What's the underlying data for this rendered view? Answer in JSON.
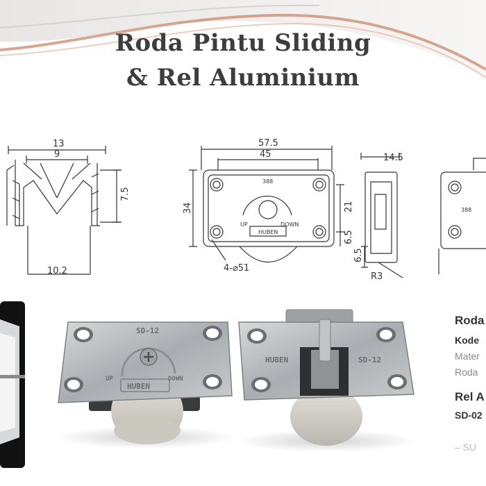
{
  "title": {
    "line1": "Roda Pintu Sliding",
    "line2": "& Rel Aluminium"
  },
  "rail_drawing": {
    "dim_top": "13",
    "dim_inner": "9",
    "dim_height": "7.5",
    "dim_bottom": "10.2"
  },
  "roller_front_drawing": {
    "dim_width_outer": "57.5",
    "dim_width_inner": "45",
    "dim_height": "34",
    "dim_right_upper": "21",
    "dim_right_lower": "6.5",
    "holes": "4-⌀51",
    "plate_number": "388",
    "label_up": "UP",
    "label_down": "DOWN",
    "brand": "HUBEN"
  },
  "roller_side_drawing": {
    "dim_width": "14.5",
    "dim_bottom": "6.5",
    "radius": "R3"
  },
  "roller_partial_drawing": {
    "plate_number": "388"
  },
  "photo": {
    "left_plate": {
      "model": "SD-12",
      "label_up": "UP",
      "label_down": "DOWN",
      "brand": "HUBEN"
    },
    "right_plate": {
      "brand": "HUBEN",
      "model": "SD-12"
    }
  },
  "specs": {
    "roda_title": "Roda",
    "kode_label": "Kode",
    "material": "Mater",
    "roda_desc": "Roda",
    "rel_title": "Rel A",
    "rel_code": "SD-02",
    "footer": "– SU"
  },
  "colors": {
    "accent_wave": "#c98a6e",
    "title_text": "#3d3d3d",
    "drawing_stroke": "#333333",
    "metal": "#b9bcbf",
    "roller": "#d8d6d0"
  }
}
